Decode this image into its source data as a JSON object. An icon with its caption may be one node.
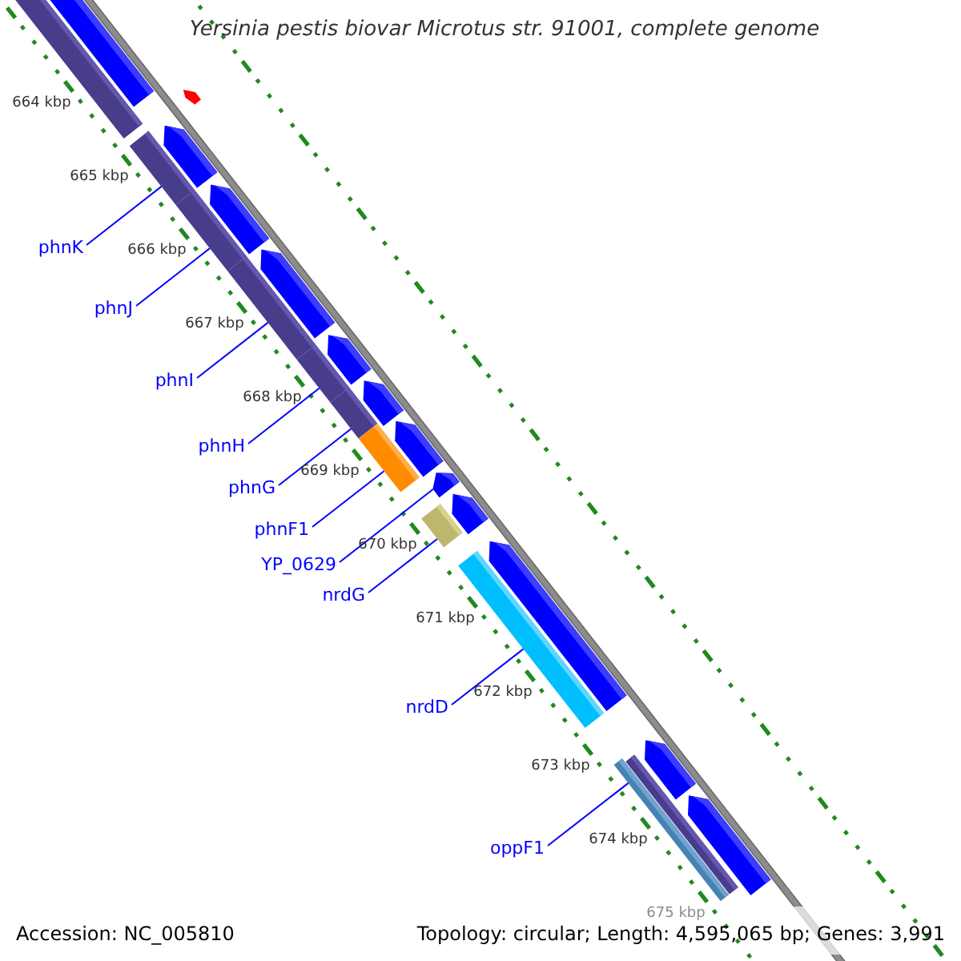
{
  "diagram": {
    "title": "Yersinia pestis biovar Microtus str. 91001, complete genome",
    "nodes": [
      {
        "text": [
          "phnK"
        ]
      },
      {
        "text": [
          "phnJ"
        ]
      },
      {
        "text": [
          "phnI"
        ]
      },
      {
        "text": [
          "phnH"
        ]
      },
      {
        "text": [
          "phnG"
        ]
      },
      {
        "text": [
          "phnF1"
        ]
      },
      {
        "text": [
          "YP_0629"
        ]
      },
      {
        "text": [
          "nrdG"
        ]
      },
      {
        "text": [
          "nrdD"
        ]
      },
      {
        "text": [
          "oppF1"
        ]
      },
      {
        "text": [],
        "shape": "bar"
      },
      {
        "text": [],
        "shape": "bar"
      },
      {
        "text": [],
        "shape": "bar"
      },
      {
        "text": [],
        "shape": "bar"
      },
      {
        "text": [],
        "shape": "bar"
      },
      {
        "text": [],
        "shape": "bar"
      },
      {
        "text": [],
        "shape": "bar"
      },
      {
        "text": [],
        "shape": "bar"
      },
      {
        "text": [],
        "shape": "bar"
      },
      {
        "text": [],
        "shape": "bar"
      },
      {
        "text": [],
        "shape": "bar"
      },
      {
        "text": [],
        "shape": "arrow"
      },
      {
        "text": [],
        "shape": "arrow"
      },
      {
        "text": [],
        "shape": "arrow"
      },
      {
        "text": [],
        "shape": "arrow"
      },
      {
        "text": [],
        "shape": "arrow"
      },
      {
        "text": [],
        "shape": "arrow"
      },
      {
        "text": [],
        "shape": "arrow"
      },
      {
        "text": [],
        "shape": "arrow"
      },
      {
        "text": [],
        "shape": "arrow"
      },
      {
        "text": [],
        "shape": "arrow"
      },
      {
        "text": [],
        "shape": "arrow"
      },
      {
        "text": [],
        "shape": "arrow"
      }
    ],
    "edges": [
      {
        "from": 0,
        "to": 11,
        "arrow": "none"
      },
      {
        "from": 1,
        "to": 12,
        "arrow": "none"
      },
      {
        "from": 2,
        "to": 13,
        "arrow": "none"
      },
      {
        "from": 3,
        "to": 14,
        "arrow": "none"
      },
      {
        "from": 4,
        "to": 15,
        "arrow": "none"
      },
      {
        "from": 5,
        "to": 16,
        "arrow": "none"
      },
      {
        "from": 6,
        "to": 28,
        "arrow": "none"
      },
      {
        "from": 7,
        "to": 17,
        "arrow": "none"
      },
      {
        "from": 8,
        "to": 18,
        "arrow": "none"
      },
      {
        "from": 9,
        "to": 19,
        "arrow": "none"
      }
    ],
    "labels": [
      "664 kbp",
      "665 kbp",
      "666 kbp",
      "667 kbp",
      "668 kbp",
      "669 kbp",
      "670 kbp",
      "671 kbp",
      "672 kbp",
      "673 kbp",
      "674 kbp",
      "675 kbp",
      "Accession: NC_005810",
      "Topology: circular; Length: 4,595,065 bp; Genes: 3,991"
    ]
  }
}
